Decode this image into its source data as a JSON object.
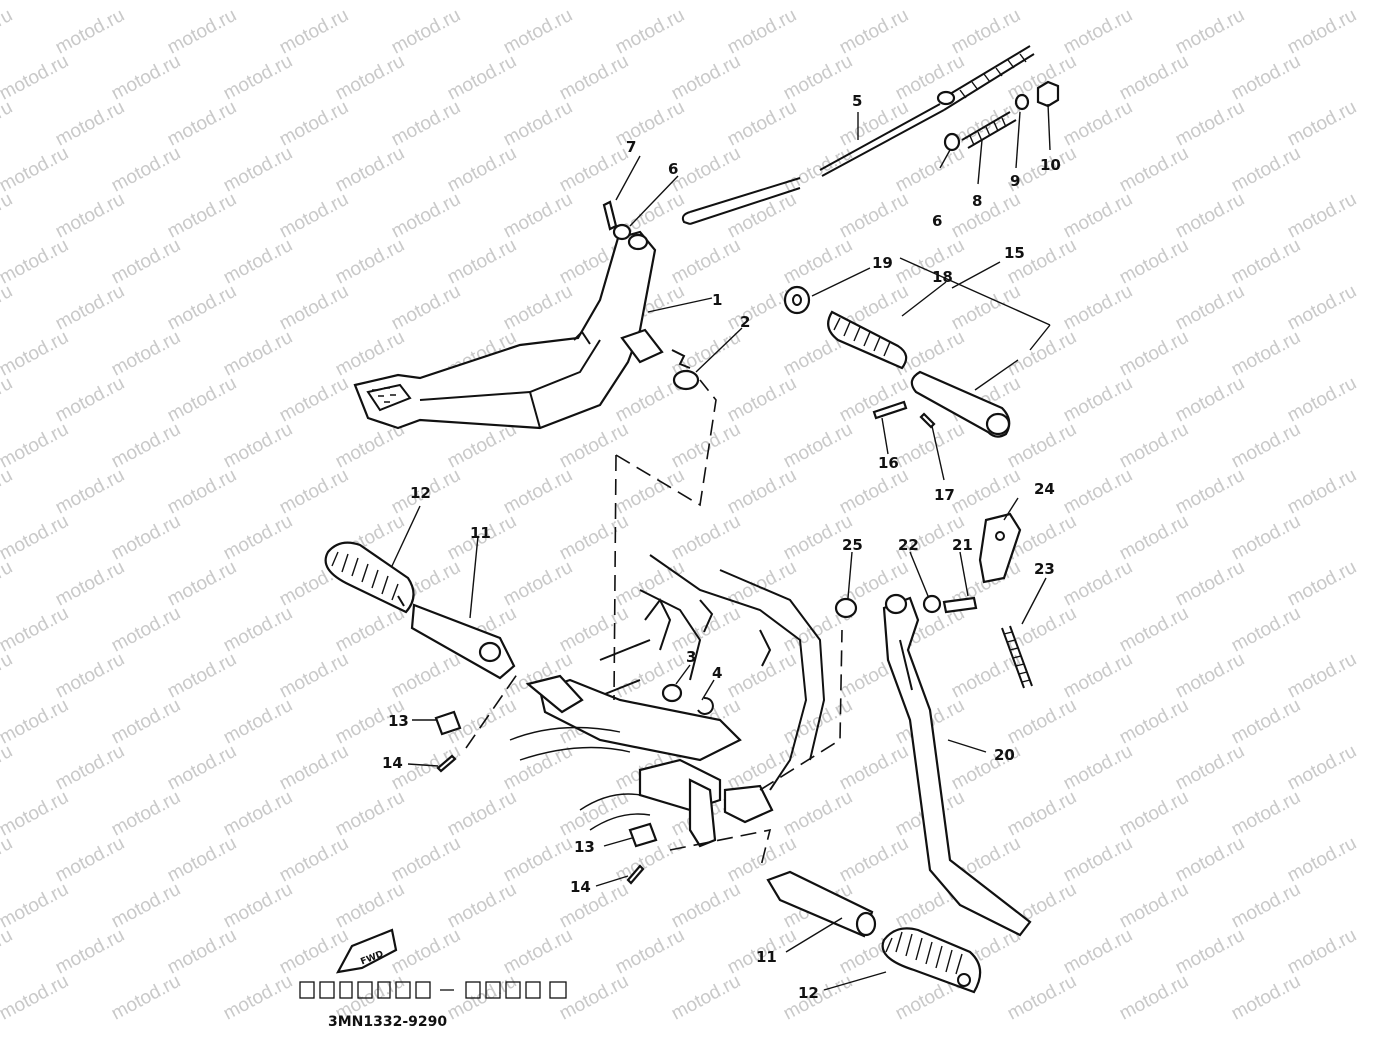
{
  "watermark": "motod.ru",
  "drawing_code": "3MN1332-9290",
  "fwd_label": "FWD",
  "callouts": [
    "1",
    "2",
    "3",
    "4",
    "5",
    "6",
    "6",
    "7",
    "8",
    "9",
    "10",
    "11",
    "11",
    "12",
    "12",
    "13",
    "13",
    "14",
    "14",
    "15",
    "16",
    "17",
    "18",
    "19",
    "20",
    "21",
    "22",
    "23",
    "24",
    "25"
  ],
  "colors": {
    "ink": "#111111",
    "watermark": "#c9c9c9",
    "paper": "#ffffff"
  }
}
